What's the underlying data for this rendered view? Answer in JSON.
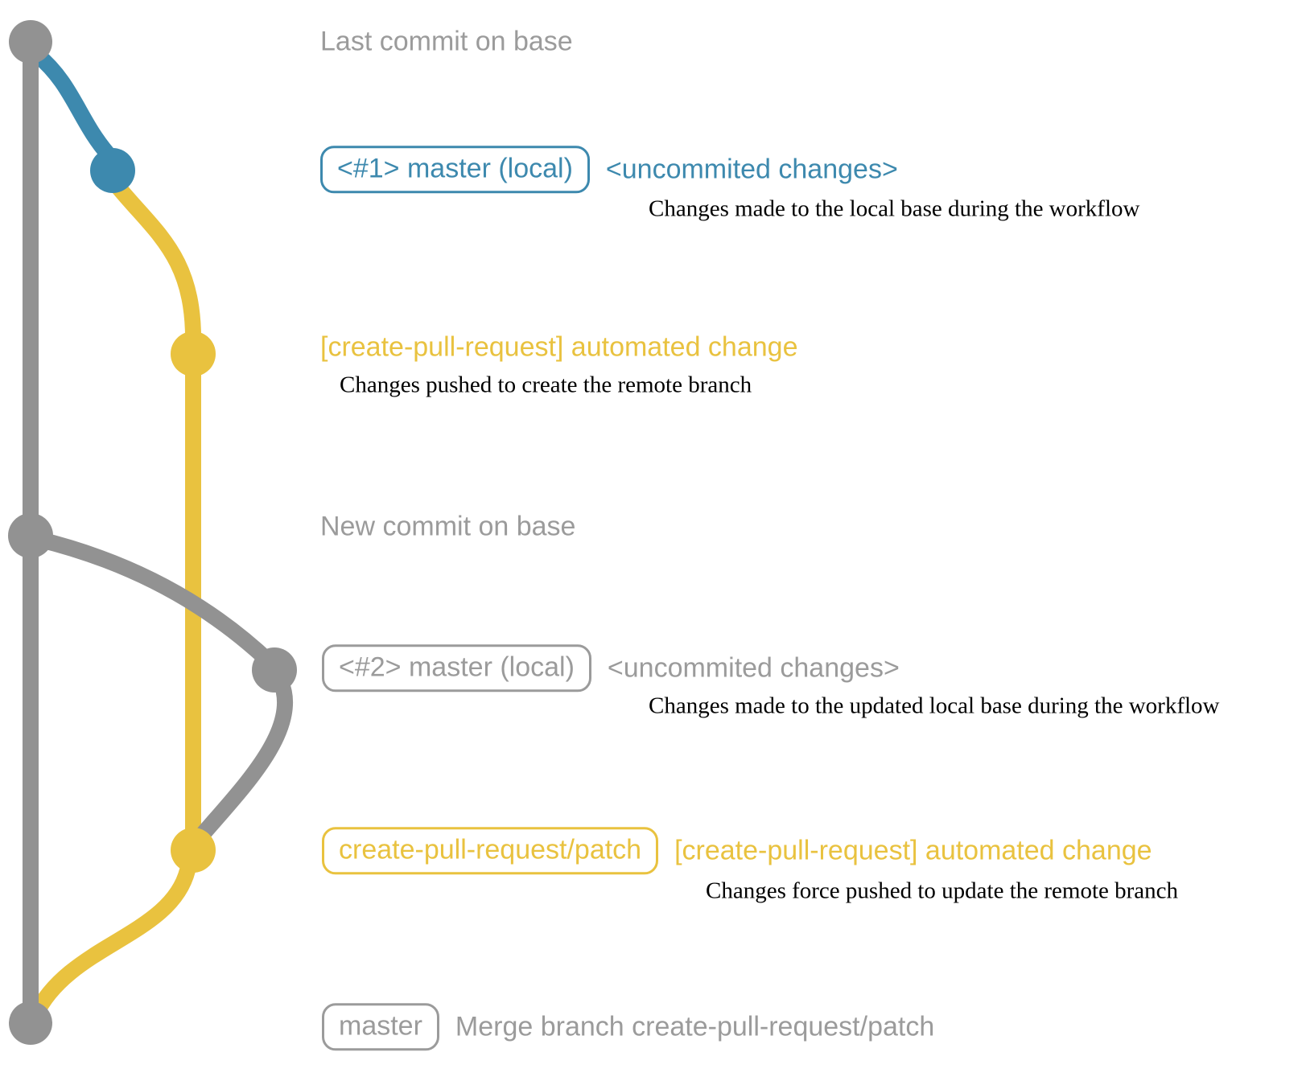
{
  "colors": {
    "gray": "#929292",
    "gray_text": "#9b9b9b",
    "blue": "#3d89ae",
    "yellow": "#e9c23f",
    "black": "#000000"
  },
  "rows": [
    {
      "message": "Last commit on base"
    },
    {
      "badge": "<#1> master (local)",
      "message": "<uncommited changes>",
      "caption": "Changes made to the local base during the workflow"
    },
    {
      "message": "[create-pull-request] automated change",
      "caption": "Changes pushed to create the remote branch"
    },
    {
      "message": "New commit on base"
    },
    {
      "badge": "<#2> master (local)",
      "message": "<uncommited changes>",
      "caption": "Changes made to the updated local base during the workflow"
    },
    {
      "badge": "create-pull-request/patch",
      "message": "[create-pull-request] automated change",
      "caption": "Changes force pushed to update the remote branch"
    },
    {
      "badge": "master",
      "message": "Merge branch create-pull-request/patch"
    }
  ],
  "graph": {
    "branch_colors": {
      "base": "gray",
      "local": "blue",
      "remote": "yellow"
    },
    "commits": [
      {
        "name": "last-commit-on-base",
        "color": "gray"
      },
      {
        "name": "local-commit-1",
        "color": "blue"
      },
      {
        "name": "remote-commit-1",
        "color": "yellow"
      },
      {
        "name": "new-commit-on-base",
        "color": "gray"
      },
      {
        "name": "local-commit-2",
        "color": "gray"
      },
      {
        "name": "remote-commit-2",
        "color": "yellow"
      },
      {
        "name": "merge-commit",
        "color": "gray"
      }
    ]
  }
}
